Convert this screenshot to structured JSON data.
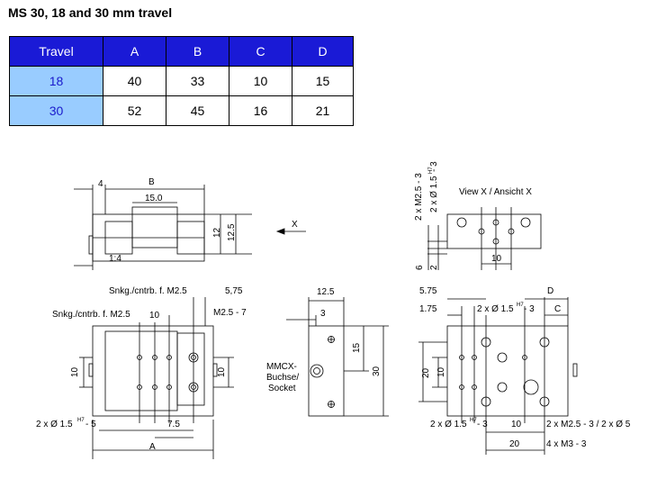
{
  "title": "MS 30, 18 and 30 mm travel",
  "table": {
    "headers": [
      "Travel",
      "A",
      "B",
      "C",
      "D"
    ],
    "rows": [
      [
        "18",
        "40",
        "33",
        "10",
        "15"
      ],
      [
        "30",
        "52",
        "45",
        "16",
        "21"
      ]
    ]
  },
  "drawing": {
    "side": {
      "d4": "4",
      "B": "B",
      "d15": "15.0",
      "d12": "12",
      "d125": "12.5",
      "scale": "1:4",
      "X": "X"
    },
    "view": {
      "title": "View X / Ansicht X",
      "m25": "2 x M2.5 - 3",
      "phi15": "2 x Ø 1.5",
      "ht": "H7",
      "dash3": "- 3",
      "d10": "10",
      "d6": "6",
      "d2": "2"
    },
    "left": {
      "snk1": "Snkg./cntrb. f. M2.5",
      "snk2": "Snkg./cntrb. f. M2.5",
      "d575": "5,75",
      "m25_7": "M2.5 - 7",
      "d10a": "10",
      "d10b": "10",
      "d10c": "10",
      "phi": "2 x Ø 1.5",
      "ht": "H7",
      "dash5": "- 5",
      "d75": "7.5",
      "A": "A"
    },
    "mid": {
      "d125": "12.5",
      "d3": "3",
      "d15": "15",
      "d30": "30",
      "mmcx1": "MMCX-",
      "mmcx2": "Buchse/",
      "mmcx3": "Socket"
    },
    "right": {
      "d575": "5.75",
      "D": "D",
      "d175": "1.75",
      "phi": "2 x Ø 1.5",
      "ht": "H7",
      "dash3": "- 3",
      "C": "C",
      "d20": "20",
      "d10": "10",
      "phi3": "2 x Ø 1.5",
      "dash3b": "- 3",
      "d10b": "10",
      "m25": "2 x M2.5 - 3 / 2 x Ø 5",
      "d20b": "20",
      "m3": "4 x M3 - 3"
    }
  }
}
